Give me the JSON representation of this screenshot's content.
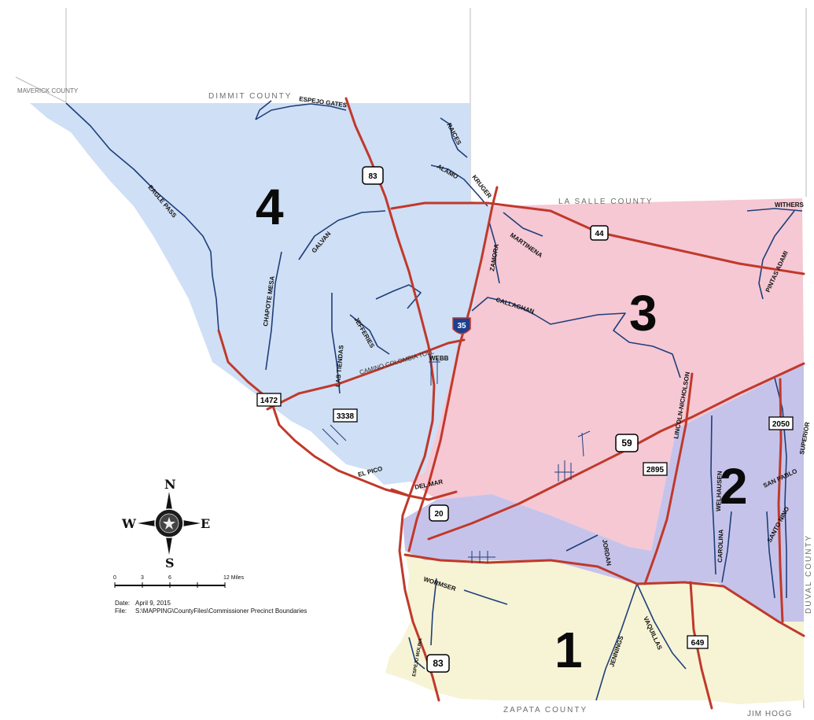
{
  "counties": {
    "maverick": "MAVERICK COUNTY",
    "dimmit": "DIMMIT COUNTY",
    "la_salle": "LA SALLE COUNTY",
    "duval": "DUVAL COUNTY",
    "zapata": "ZAPATA COUNTY",
    "jim_hogg": "JIM HOGG"
  },
  "precincts": [
    "1",
    "2",
    "3",
    "4"
  ],
  "colors": {
    "precinct_1": "#f6f4d5",
    "precinct_2": "#c6c3ea",
    "precinct_3": "#f5c8d4",
    "precinct_4": "#cfdff5",
    "highway": "#c0392b",
    "local_road": "#1f3f7a"
  },
  "highway_shields": {
    "us83_north": "83",
    "us83_south": "83",
    "us59": "59",
    "us44": "44",
    "i35": "35",
    "fm20": "20",
    "fm1472": "1472",
    "fm3338": "3338",
    "fm2895": "2895",
    "fm2050": "2050",
    "fm649": "649"
  },
  "roads": {
    "espejo_gates": "ESPEJO GATES",
    "raices": "RAICES",
    "alamo": "ALAMO",
    "kruger": "KRUGER",
    "eagle_pass": "EAGLE PASS",
    "galvan": "GALVAN",
    "zamora": "ZAMORA",
    "martinena": "MARTINENA",
    "withers": "WITHERS",
    "pinitas_adami": "PINTAS ADAMI",
    "chapote_mesa": "CHAPOTE MESA",
    "callaghan": "CALLAGHAN",
    "jefferies": "JEFFERIES",
    "las_tiendas": "LAS TIENDAS",
    "camino_colombia": "CAMINO COLOMBIA TOLL",
    "webb": "WEBB",
    "lincoln_nicholson": "LINCOLN-NICHOLSON",
    "el_pico": "EL PICO",
    "del_mar": "DEL MAR",
    "superior": "SUPERIOR",
    "san_pablo": "SAN PABLO",
    "welhausen": "WELHAUSEN",
    "carolina": "CAROLINA",
    "santo_nino": "SANTO NINO",
    "jordan": "JORDAN",
    "wormser": "WORMSER",
    "jennings": "JENNINGS",
    "vaquillas": "VAQUILLAS",
    "espejo_molina": "ESPEJO MOLINA"
  },
  "compass": {
    "n": "N",
    "s": "S",
    "e": "E",
    "w": "W",
    "icon": "compass-rose-icon"
  },
  "scale": {
    "ticks": [
      "0",
      "3",
      "6",
      "12 Miles"
    ]
  },
  "notes": {
    "date_label": "Date:",
    "date_value": "April 9, 2015",
    "file_label": "File:",
    "file_value": "S:\\MAPPING\\CountyFiles\\Commissioner Precinct Boundaries"
  }
}
